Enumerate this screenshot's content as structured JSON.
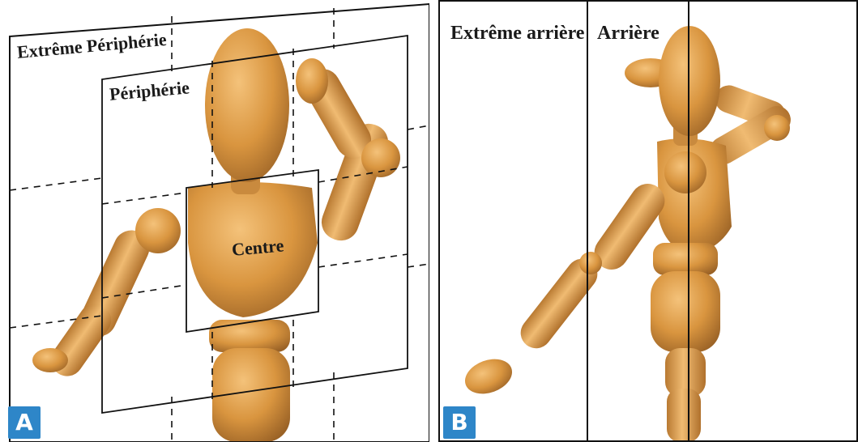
{
  "panel_a": {
    "badge": "A",
    "labels": {
      "extreme_peripherie": "Extrême Périphérie",
      "peripherie": "Périphérie",
      "centre": "Centre"
    }
  },
  "panel_b": {
    "badge": "B",
    "labels": {
      "extreme_arriere": "Extrême arrière",
      "arriere": "Arrière"
    }
  },
  "colors": {
    "badge_blue": "#2e86c8",
    "wood_light": "#e6a85c",
    "wood_mid": "#c98a3e",
    "wood_dark": "#8a5a24",
    "line": "#111111"
  }
}
